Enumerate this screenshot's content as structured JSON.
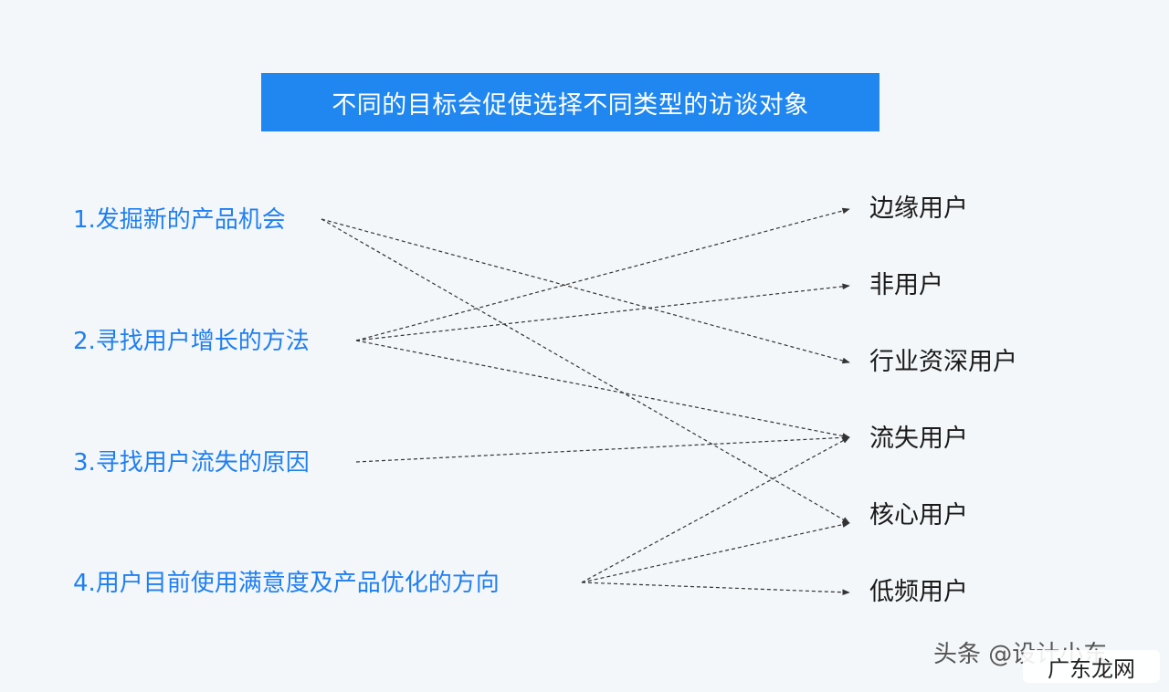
{
  "title": "不同的目标会促使选择不同类型的访谈对象",
  "goals": [
    "1.发掘新的产品机会",
    "2.寻找用户增长的方法",
    "3.寻找用户流失的原因",
    "4.用户目前使用满意度及产品优化的方向"
  ],
  "user_types": [
    "边缘用户",
    "非用户",
    "行业资深用户",
    "流失用户",
    "核心用户",
    "低频用户"
  ],
  "links": [
    {
      "from": 1,
      "to": 3
    },
    {
      "from": 1,
      "to": 5
    },
    {
      "from": 2,
      "to": 1
    },
    {
      "from": 2,
      "to": 2
    },
    {
      "from": 2,
      "to": 4
    },
    {
      "from": 3,
      "to": 4
    },
    {
      "from": 4,
      "to": 4
    },
    {
      "from": 4,
      "to": 5
    },
    {
      "from": 4,
      "to": 6
    }
  ],
  "watermark": {
    "source": "头条 @设计小东",
    "site": "广东龙网"
  },
  "colors": {
    "background": "#f4f7fa",
    "title_bar": "#1f87ef",
    "goal_text": "#1f7ff2",
    "user_text": "#1a1a1a",
    "link_line": "#333333"
  }
}
